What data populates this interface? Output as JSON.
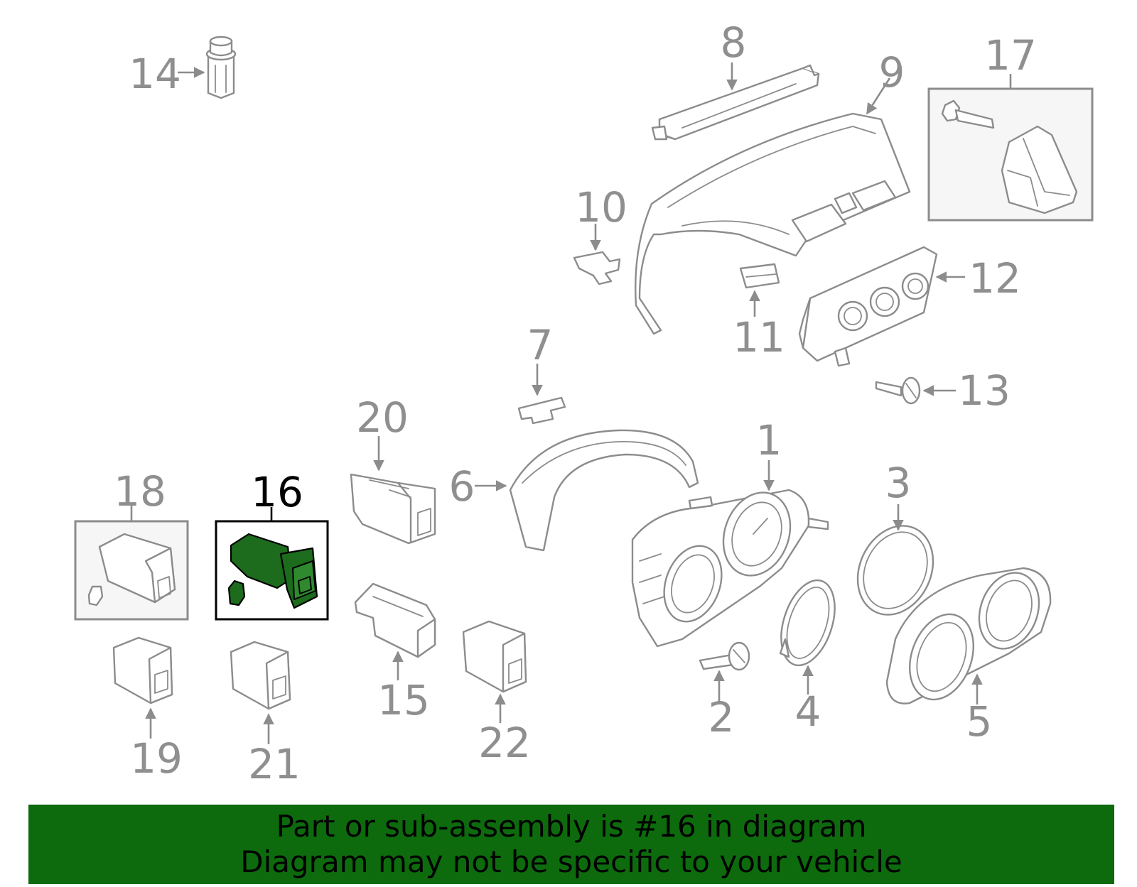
{
  "diagram": {
    "highlighted_part": "16",
    "callouts": [
      "1",
      "2",
      "3",
      "4",
      "5",
      "6",
      "7",
      "8",
      "9",
      "10",
      "11",
      "12",
      "13",
      "14",
      "15",
      "16",
      "17",
      "18",
      "19",
      "20",
      "21",
      "22"
    ]
  },
  "banner": {
    "line1": "Part or sub-assembly is #16 in diagram",
    "line2": "Diagram may not be specific to your vehicle"
  },
  "colors": {
    "highlight": "#1d6b1d",
    "banner": "#0d6b0d",
    "line": "#8c8c8c"
  }
}
